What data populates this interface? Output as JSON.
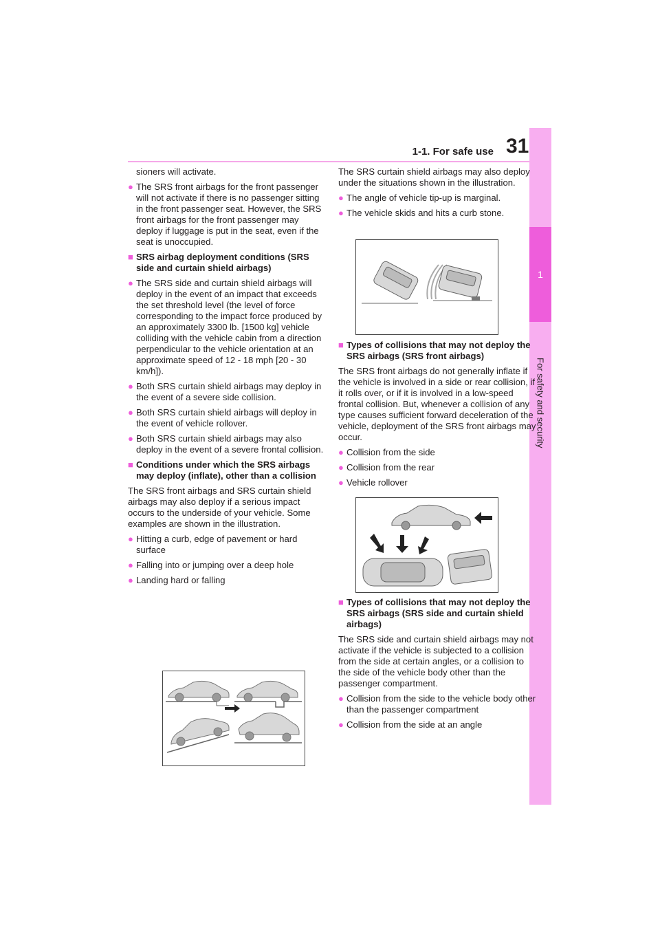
{
  "header": {
    "section": "1-1. For safe use",
    "page_number": "31"
  },
  "side_tab": {
    "chapter_number": "1",
    "chapter_title": "For safety and security"
  },
  "left_column": {
    "continuation": "sioners will activate.",
    "bullet_front_passenger": "The SRS front airbags for the front passenger will not activate if there is no passenger sitting in the front passenger seat. However, the SRS front airbags for the front passenger may deploy if luggage is put in the seat, even if the seat is unoccupied.",
    "heading_side_curtain": "SRS airbag deployment conditions (SRS side and curtain shield airbags)",
    "bullet_side_curtain_1": "The SRS side and curtain shield airbags will deploy in the event of an impact that exceeds the set threshold level (the level of force corresponding to the impact force produced by an approximately 3300 lb. [1500 kg] vehicle colliding with the vehicle cabin from a direction perpendicular to the vehicle orientation at an approximate speed of 12 - 18 mph [20 - 30 km/h]).",
    "bullet_side_curtain_2": "Both SRS curtain shield airbags may deploy in the event of a severe side collision.",
    "bullet_side_curtain_3": "Both SRS curtain shield airbags will deploy in the event of vehicle rollover.",
    "bullet_side_curtain_4": "Both SRS curtain shield airbags may also deploy in the event of a severe frontal collision.",
    "heading_other_than_collision": "Conditions under which the SRS airbags may deploy (inflate), other than a collision",
    "para_other": "The SRS front airbags and SRS curtain shield airbags may also deploy if a serious impact occurs to the underside of your vehicle. Some examples are shown in the illustration.",
    "bullet_curb": "Hitting a curb, edge of pavement or hard surface",
    "bullet_hole": "Falling into or jumping over a deep hole",
    "bullet_landing": "Landing hard or falling"
  },
  "right_column": {
    "para_curtain": "The SRS curtain shield airbags may also deploy under the situations shown in the illustration.",
    "bullet_tipup": "The angle of vehicle tip-up is marginal.",
    "bullet_skid": "The vehicle skids and hits a curb stone.",
    "heading_not_deploy_front": "Types of collisions that may not deploy the SRS airbags (SRS front airbags)",
    "para_front": "The SRS front airbags do not generally inflate if the vehicle is involved in a side or rear collision, if it rolls over, or if it is involved in a low-speed frontal collision. But, whenever a collision of any type causes sufficient forward deceleration of the vehicle, deployment of the SRS front airbags may occur.",
    "bullet_side": "Collision from the side",
    "bullet_rear": "Collision from the rear",
    "bullet_rollover": "Vehicle rollover",
    "heading_not_deploy_side": "Types of collisions that may not deploy the SRS airbags (SRS side and curtain shield airbags)",
    "para_side": "The SRS side and curtain shield airbags may not activate if the vehicle is subjected to a collision from the side at certain angles, or a collision to the side of the vehicle body other than the passenger compartment.",
    "bullet_body": "Collision from the side to the vehicle body other than the passenger compartment",
    "bullet_angle": "Collision from the side at an angle"
  },
  "colors": {
    "accent": "#ee5ddb",
    "tab": "#f8aef0",
    "rule": "#f5a8e8"
  },
  "icons": {
    "bullet": "●",
    "heading": "■"
  }
}
